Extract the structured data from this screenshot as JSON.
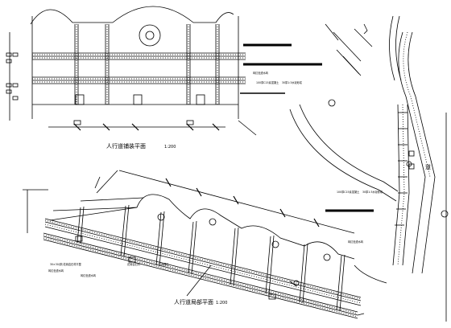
{
  "drawing": {
    "top_plan": {
      "title": "人行道铺装平面",
      "scale": "1:200",
      "note": "砖红色透水砖"
    },
    "bottom_plan": {
      "title": "人行道局部平面",
      "scale": "1:200",
      "note": "砖红色透水砖"
    },
    "annotations": {
      "mid_note_a": "100厚C15素混凝土",
      "mid_note_b": "30厚1:3水泥砂浆",
      "right_note_a": "100厚C15素混凝土",
      "right_note_b": "30厚1:3水泥砂浆",
      "right_note_c": "砖红色透水砖",
      "bottom_left_a": "30×30(厚)花岗岩石材平整",
      "bottom_left_b": "花岗岩石材",
      "bottom_left_c": "大理石",
      "bottom_left_d": "砖红色透水砖",
      "right_marker": "道"
    }
  }
}
